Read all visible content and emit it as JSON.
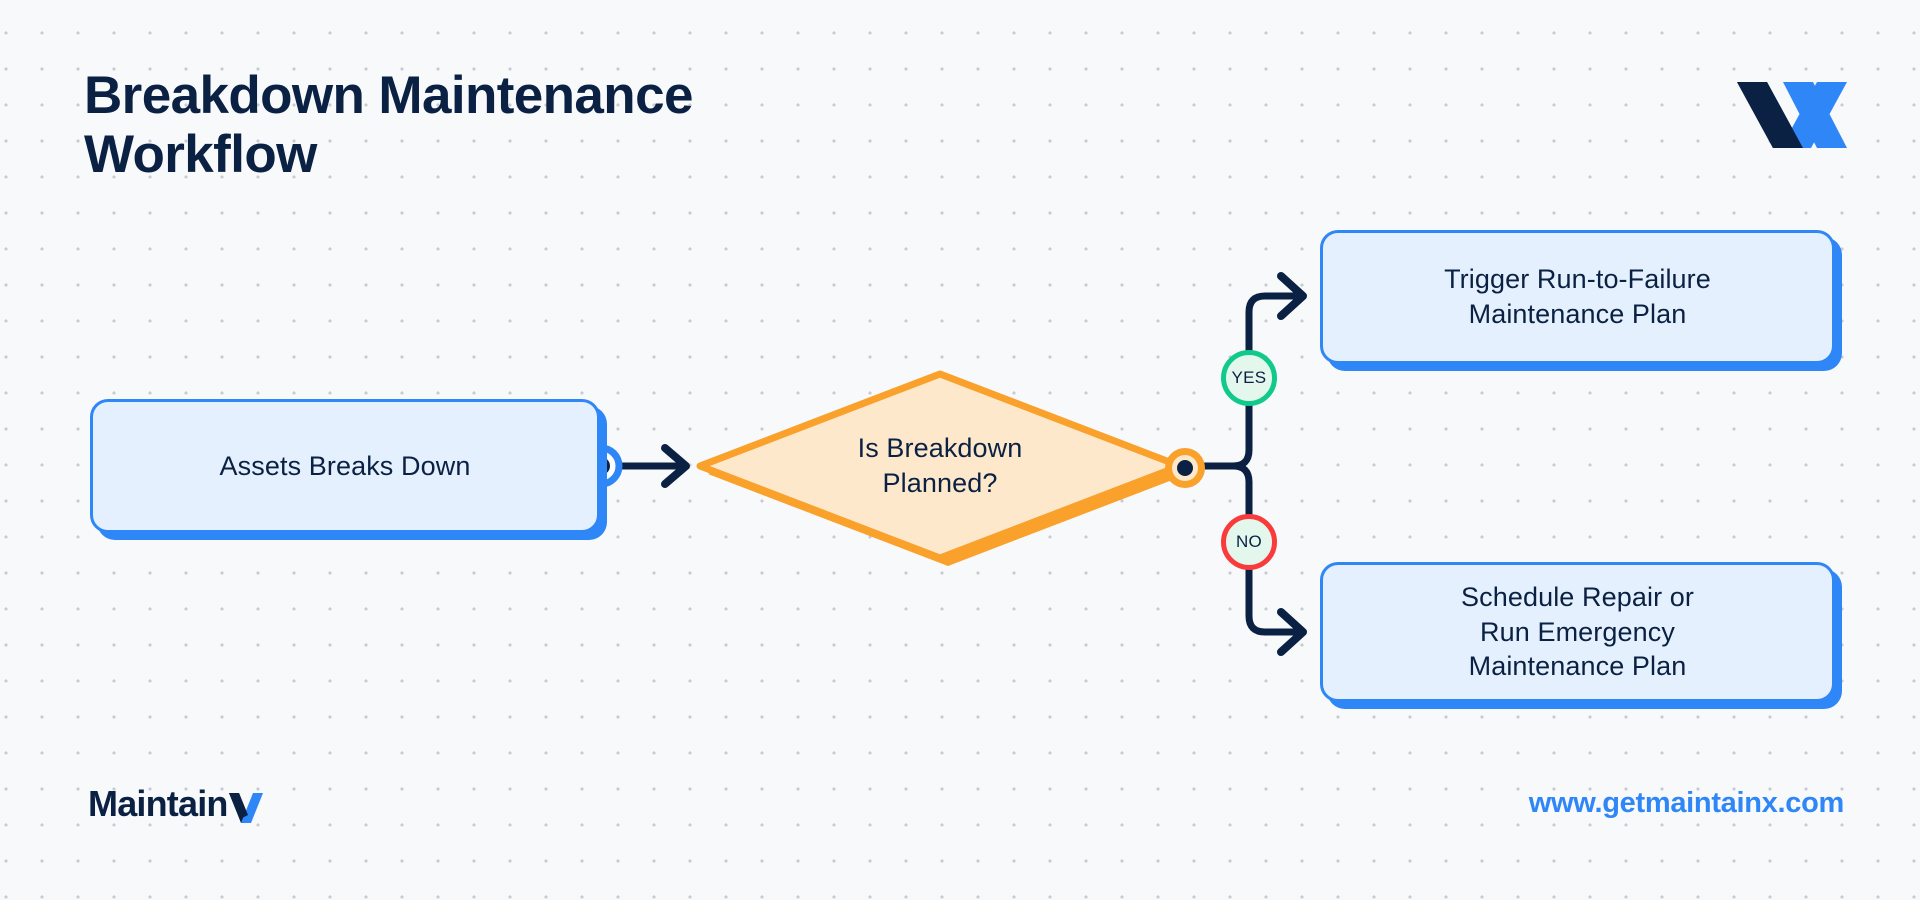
{
  "header": {
    "title": "Breakdown Maintenance\nWorkflow",
    "logo_icon": "maintainx-x-mark",
    "logo_colors": {
      "dark": "#0b2143",
      "blue": "#2f86f7"
    }
  },
  "diagram": {
    "type": "flowchart",
    "background": "#f7f9fb",
    "nodes": [
      {
        "id": "assets-breaks-down",
        "kind": "process",
        "label": "Assets Breaks Down",
        "fill": "#e4f0fd",
        "border": "#2f86f7"
      },
      {
        "id": "is-breakdown-planned",
        "kind": "decision",
        "label": "Is Breakdown\nPlanned?",
        "fill": "#fde8cc",
        "border": "#f9a12b"
      },
      {
        "id": "trigger-run-to-failure",
        "kind": "process",
        "label": "Trigger Run-to-Failure\nMaintenance Plan",
        "fill": "#e4f0fd",
        "border": "#2f86f7"
      },
      {
        "id": "schedule-repair",
        "kind": "process",
        "label": "Schedule Repair or\nRun Emergency\nMaintenance Plan",
        "fill": "#e4f0fd",
        "border": "#2f86f7"
      }
    ],
    "branches": [
      {
        "id": "yes",
        "label": "YES",
        "color": "#10c98a",
        "fill": "#e3f7ed"
      },
      {
        "id": "no",
        "label": "NO",
        "color": "#f93b3b",
        "fill": "#e3f7ed"
      }
    ],
    "connector_color": "#0b2143"
  },
  "footer": {
    "brand_text": "Maintain",
    "brand_x_icon": "maintainx-x-mark",
    "url": "www.getmaintainx.com",
    "url_color": "#2f86f7"
  }
}
